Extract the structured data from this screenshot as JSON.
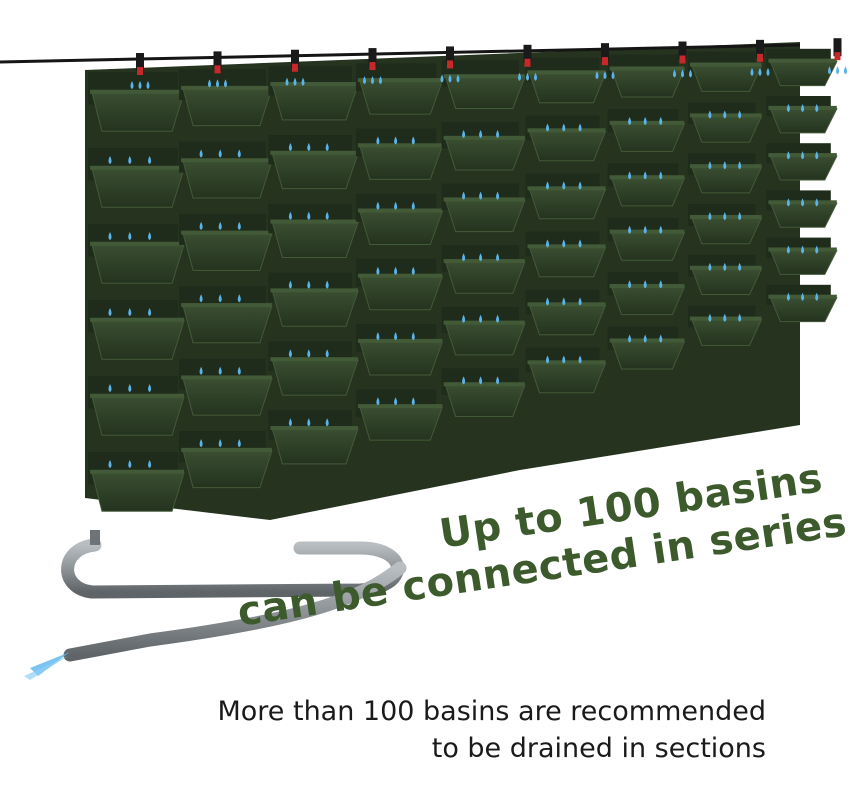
{
  "headline": {
    "line1": "Up to 100 basins",
    "line2": "can be connected in series"
  },
  "note": {
    "line1": "More than 100 basins are recommended",
    "line2": "to be drained in sections"
  },
  "colors": {
    "planter": "#2f4028",
    "planter_dark": "#1f2c1b",
    "planter_light": "#435a38",
    "headline": "#3c5a2c",
    "hose": "#8d9396",
    "water": "#5ab4ec",
    "emitter": "#c8282a"
  },
  "grid": {
    "rows": 6,
    "columns": 9
  }
}
